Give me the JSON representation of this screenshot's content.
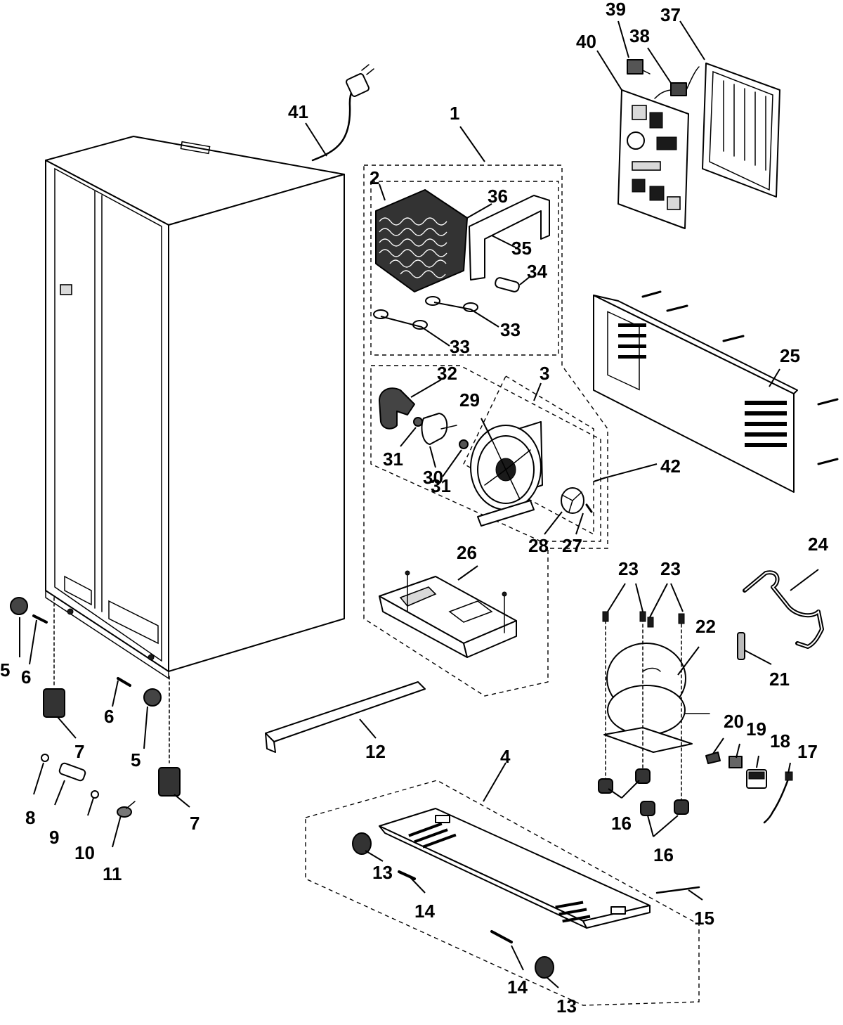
{
  "callouts": [
    {
      "id": "c1",
      "text": "1"
    },
    {
      "id": "c2",
      "text": "2"
    },
    {
      "id": "c3",
      "text": "3"
    },
    {
      "id": "c4",
      "text": "4"
    },
    {
      "id": "c5a",
      "text": "5"
    },
    {
      "id": "c5b",
      "text": "5"
    },
    {
      "id": "c6a",
      "text": "6"
    },
    {
      "id": "c6b",
      "text": "6"
    },
    {
      "id": "c7a",
      "text": "7"
    },
    {
      "id": "c7b",
      "text": "7"
    },
    {
      "id": "c8",
      "text": "8"
    },
    {
      "id": "c9",
      "text": "9"
    },
    {
      "id": "c10",
      "text": "10"
    },
    {
      "id": "c11",
      "text": "11"
    },
    {
      "id": "c12",
      "text": "12"
    },
    {
      "id": "c13a",
      "text": "13"
    },
    {
      "id": "c13b",
      "text": "13"
    },
    {
      "id": "c14a",
      "text": "14"
    },
    {
      "id": "c14b",
      "text": "14"
    },
    {
      "id": "c15",
      "text": "15"
    },
    {
      "id": "c16a",
      "text": "16"
    },
    {
      "id": "c16b",
      "text": "16"
    },
    {
      "id": "c17",
      "text": "17"
    },
    {
      "id": "c18",
      "text": "18"
    },
    {
      "id": "c19",
      "text": "19"
    },
    {
      "id": "c20",
      "text": "20"
    },
    {
      "id": "c21",
      "text": "21"
    },
    {
      "id": "c22",
      "text": "22"
    },
    {
      "id": "c23a",
      "text": "23"
    },
    {
      "id": "c23b",
      "text": "23"
    },
    {
      "id": "c24",
      "text": "24"
    },
    {
      "id": "c25",
      "text": "25"
    },
    {
      "id": "c26",
      "text": "26"
    },
    {
      "id": "c27",
      "text": "27"
    },
    {
      "id": "c28",
      "text": "28"
    },
    {
      "id": "c29",
      "text": "29"
    },
    {
      "id": "c30",
      "text": "30"
    },
    {
      "id": "c31a",
      "text": "31"
    },
    {
      "id": "c31b",
      "text": "31"
    },
    {
      "id": "c32",
      "text": "32"
    },
    {
      "id": "c33a",
      "text": "33"
    },
    {
      "id": "c33b",
      "text": "33"
    },
    {
      "id": "c34",
      "text": "34"
    },
    {
      "id": "c35",
      "text": "35"
    },
    {
      "id": "c36",
      "text": "36"
    },
    {
      "id": "c37",
      "text": "37"
    },
    {
      "id": "c38",
      "text": "38"
    },
    {
      "id": "c39",
      "text": "39"
    },
    {
      "id": "c40",
      "text": "40"
    },
    {
      "id": "c41",
      "text": "41"
    },
    {
      "id": "c42",
      "text": "42"
    }
  ]
}
